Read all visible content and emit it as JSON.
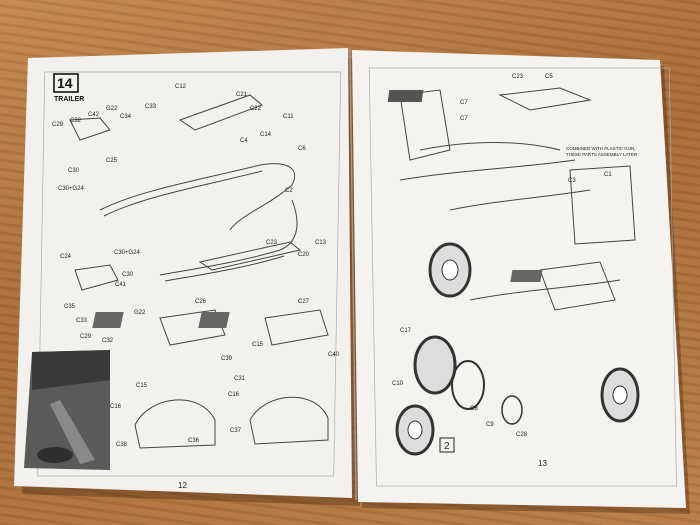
{
  "left_page": {
    "step_number": "14",
    "section_title": "TRAILER",
    "page_number": "12",
    "part_labels": [
      "C12",
      "C21",
      "C22",
      "C42",
      "G22",
      "C33",
      "C34",
      "C29",
      "C32",
      "C25",
      "C30",
      "C30+G24",
      "C4",
      "C14",
      "C11",
      "C6",
      "C2",
      "C24",
      "C30+G24",
      "C30",
      "C41",
      "C35",
      "C33",
      "C29",
      "C32",
      "G22",
      "C23",
      "C20",
      "C13",
      "C26",
      "C39",
      "C15",
      "C27",
      "C15",
      "C40",
      "C31",
      "C16",
      "C38",
      "C36",
      "C37",
      "C16"
    ]
  },
  "right_page": {
    "page_number": "13",
    "note_text": [
      "COMBINED WITH PLASTIC GUN,",
      "THESE PARTS ASSEMBLY LATER"
    ],
    "part_labels": [
      "C23",
      "C5",
      "C7",
      "C3",
      "C1",
      "C17",
      "C10",
      "C8",
      "C9",
      "C28",
      "C7"
    ],
    "box_number": "2"
  }
}
